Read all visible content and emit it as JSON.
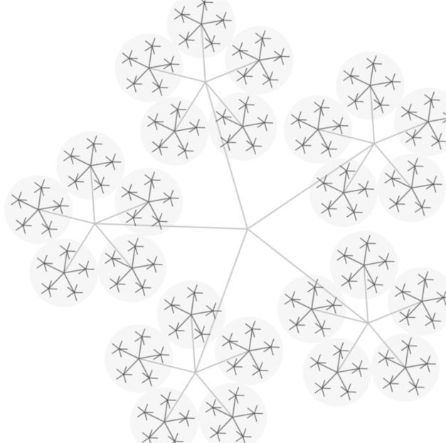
{
  "image": {
    "subject": "fractal-snowflake-tree",
    "branch_factor": 5,
    "depth_levels": 4,
    "colors": {
      "background": "#ffffff",
      "trunk_lines": "#c8c8c8",
      "mid_lines": "#bdbdbd",
      "fine_lines": "#6a6a6a",
      "tip_lines": "#4a4a4a",
      "halo": "#eeeeee"
    }
  }
}
